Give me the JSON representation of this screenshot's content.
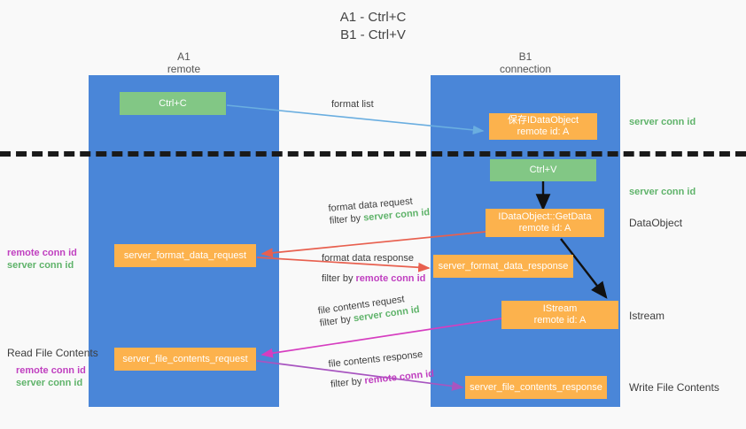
{
  "title": {
    "line1": "A1 - Ctrl+C",
    "line2": "B1 - Ctrl+V"
  },
  "lanes": [
    {
      "id": "a1",
      "name": "A1",
      "sub": "remote"
    },
    {
      "id": "b1",
      "name": "B1",
      "sub": "connection"
    }
  ],
  "nodes": {
    "ctrl_c": {
      "label": "Ctrl+C",
      "color": "#82c785"
    },
    "ctrl_v": {
      "label": "Ctrl+V",
      "color": "#82c785"
    },
    "save_idataobject": {
      "line1": "保存IDataObject",
      "line2": "remote id: A",
      "color": "#fcb24d"
    },
    "getdata": {
      "line1": "IDataObject::GetData",
      "line2": "remote id: A",
      "color": "#fcb24d"
    },
    "istream": {
      "line1": "IStream",
      "line2": "remote id: A",
      "color": "#fcb24d"
    },
    "server_format_data_request": {
      "label": "server_format_data_request",
      "color": "#fcb24d"
    },
    "server_format_data_response": {
      "label": "server_format_data_response",
      "color": "#fcb24d"
    },
    "server_file_contents_request": {
      "label": "server_file_contents_request",
      "color": "#fcb24d"
    },
    "server_file_contents_response": {
      "label": "server_file_contents_response",
      "color": "#fcb24d"
    }
  },
  "edges": {
    "format_list": {
      "label": "format list"
    },
    "format_data_request": {
      "label": "format data request",
      "filter_prefix": "filter by ",
      "filter_target": "server conn id"
    },
    "format_data_response": {
      "label": "format data response",
      "filter_prefix": "filter by ",
      "filter_target": "remote conn id"
    },
    "file_contents_request": {
      "label": "file contents request",
      "filter_prefix": "filter by ",
      "filter_target": "server conn id"
    },
    "file_contents_response": {
      "label": "file contents response",
      "filter_prefix": "filter by ",
      "filter_target": "remote conn id"
    }
  },
  "right_labels": {
    "server_conn_id_top": "server conn id",
    "server_conn_id_second": "server conn id",
    "dataobject": "DataObject",
    "istream": "Istream",
    "write_file_contents": "Write File Contents"
  },
  "left_labels": {
    "read_file_contents": "Read File Contents",
    "remote_conn_id_1": "remote conn id",
    "server_conn_id_1": "server conn id",
    "remote_conn_id_2": "remote conn id",
    "server_conn_id_2": "server conn id"
  },
  "colors": {
    "lane": "#4a86d8",
    "green_node": "#82c785",
    "orange_node": "#fcb24d",
    "green_text": "#5fb36a",
    "purple_text": "#c040c0",
    "blue_arrow": "#6aaee0",
    "red_arrow": "#e8604f",
    "magenta_arrow": "#d63ec0",
    "purple_arrow": "#a855c0",
    "black_arrow": "#111111",
    "divider": "#1a1a1a",
    "background": "#f9f9f9"
  }
}
